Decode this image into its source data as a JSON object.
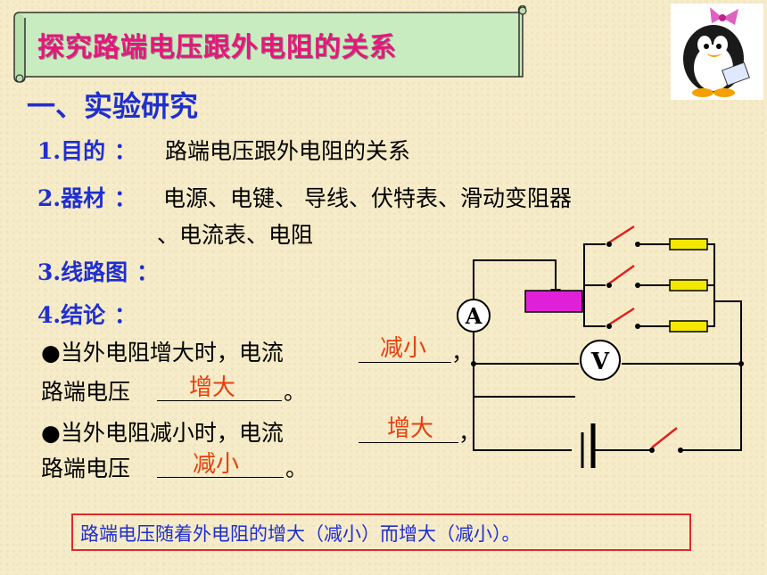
{
  "title": "探究路端电压跟外电阻的关系",
  "section_heading": "一、实验研究",
  "items": {
    "purpose_label": "1.目的",
    "purpose_colon": "：",
    "purpose_text": "路端电压跟外电阻的关系",
    "materials_label": "2.器材",
    "materials_colon": "：",
    "materials_line1": "电源、电键、 导线、伏特表、滑动变阻器",
    "materials_line2": "、电流表、电阻",
    "diagram_label": "3.线路图",
    "diagram_colon": "：",
    "conclusion_label": "4.结论",
    "conclusion_colon": "："
  },
  "case1": {
    "line1": "●当外电阻增大时，电流",
    "comma": "，",
    "line2": "路端电压",
    "period": "。",
    "current_answer": "减小",
    "voltage_answer": "增大"
  },
  "case2": {
    "line1": "●当外电阻减小时，电流",
    "comma": "，",
    "line2": "路端电压",
    "period": "。",
    "current_answer": "增大",
    "voltage_answer": "减小"
  },
  "circuit": {
    "ammeter_label": "A",
    "voltmeter_label": "V"
  },
  "summary": "路端电压随着外电阻的增大（减小）而增大（减小）。",
  "colors": {
    "title": "#e5187a",
    "heading": "#1f2fd0",
    "answer": "#e5400d",
    "summary_border": "#e02a2a",
    "resistor": "#f5e800",
    "rheostat": "#e020d8",
    "switch": "#e02020"
  }
}
